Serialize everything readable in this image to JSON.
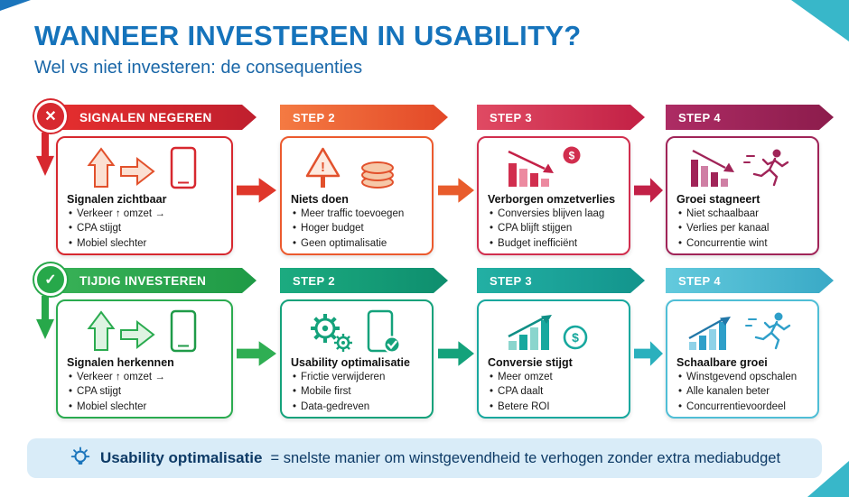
{
  "title": "WANNEER INVESTEREN IN USABILITY?",
  "subtitle": "Wel vs niet investeren: de consequenties",
  "rows": [
    {
      "badge": "✕",
      "steps": [
        {
          "header": "SIGNALEN NEGEREN",
          "title": "Signalen zichtbaar",
          "bullets": [
            "Verkeer ↑ omzet →",
            "CPA stijgt",
            "Mobiel slechter"
          ]
        },
        {
          "header": "STEP 2",
          "title": "Niets doen",
          "bullets": [
            "Meer traffic toevoegen",
            "Hoger budget",
            "Geen optimalisatie"
          ]
        },
        {
          "header": "STEP 3",
          "title": "Verborgen omzetverlies",
          "bullets": [
            "Conversies blijven laag",
            "CPA blijft stijgen",
            "Budget inefficiënt"
          ]
        },
        {
          "header": "STEP 4",
          "title": "Groei stagneert",
          "bullets": [
            "Niet schaalbaar",
            "Verlies per kanaal",
            "Concurrentie wint"
          ]
        }
      ]
    },
    {
      "badge": "✓",
      "steps": [
        {
          "header": "TIJDIG INVESTEREN",
          "title": "Signalen herkennen",
          "bullets": [
            "Verkeer ↑ omzet →",
            "CPA stijgt",
            "Mobiel slechter"
          ]
        },
        {
          "header": "STEP 2",
          "title": "Usability optimalisatie",
          "bullets": [
            "Frictie verwijderen",
            "Mobile first",
            "Data-gedreven"
          ]
        },
        {
          "header": "STEP 3",
          "title": "Conversie stijgt",
          "bullets": [
            "Meer omzet",
            "CPA daalt",
            "Betere ROI"
          ]
        },
        {
          "header": "STEP 4",
          "title": "Schaalbare groei",
          "bullets": [
            "Winstgevend opschalen",
            "Alle kanalen beter",
            "Concurrentievoordeel"
          ]
        }
      ]
    }
  ],
  "footer": {
    "highlight": "Usability optimalisatie",
    "text": "= snelste manier om winstgevendheid te verhogen zonder extra mediabudget"
  },
  "colors": {
    "title_blue": "#1573bb",
    "corner_teal": "#38b7c9",
    "negative_path": [
      "#d7282f",
      "#ec5a2e",
      "#d12e4e",
      "#a02458"
    ],
    "positive_path": [
      "#2aab4f",
      "#14a27b",
      "#17a89e",
      "#4fbed6"
    ],
    "footer_bg": "#d9ecf8"
  },
  "icons": {
    "negative_badge": "x-circle",
    "positive_badge": "check-circle",
    "r1c1": [
      "up-arrow",
      "flat-arrow",
      "smartphone"
    ],
    "r1c2": [
      "warning-sign",
      "coin-stack"
    ],
    "r1c3": [
      "declining-chart",
      "dollar-coin"
    ],
    "r1c4": [
      "declining-bars",
      "running-person"
    ],
    "r2c1": [
      "up-arrow",
      "flat-arrow",
      "smartphone"
    ],
    "r2c2": [
      "gears",
      "smartphone-check"
    ],
    "r2c3": [
      "rising-chart",
      "dollar-coin"
    ],
    "r2c4": [
      "rising-bars",
      "running-person"
    ],
    "footer": "lightbulb"
  }
}
